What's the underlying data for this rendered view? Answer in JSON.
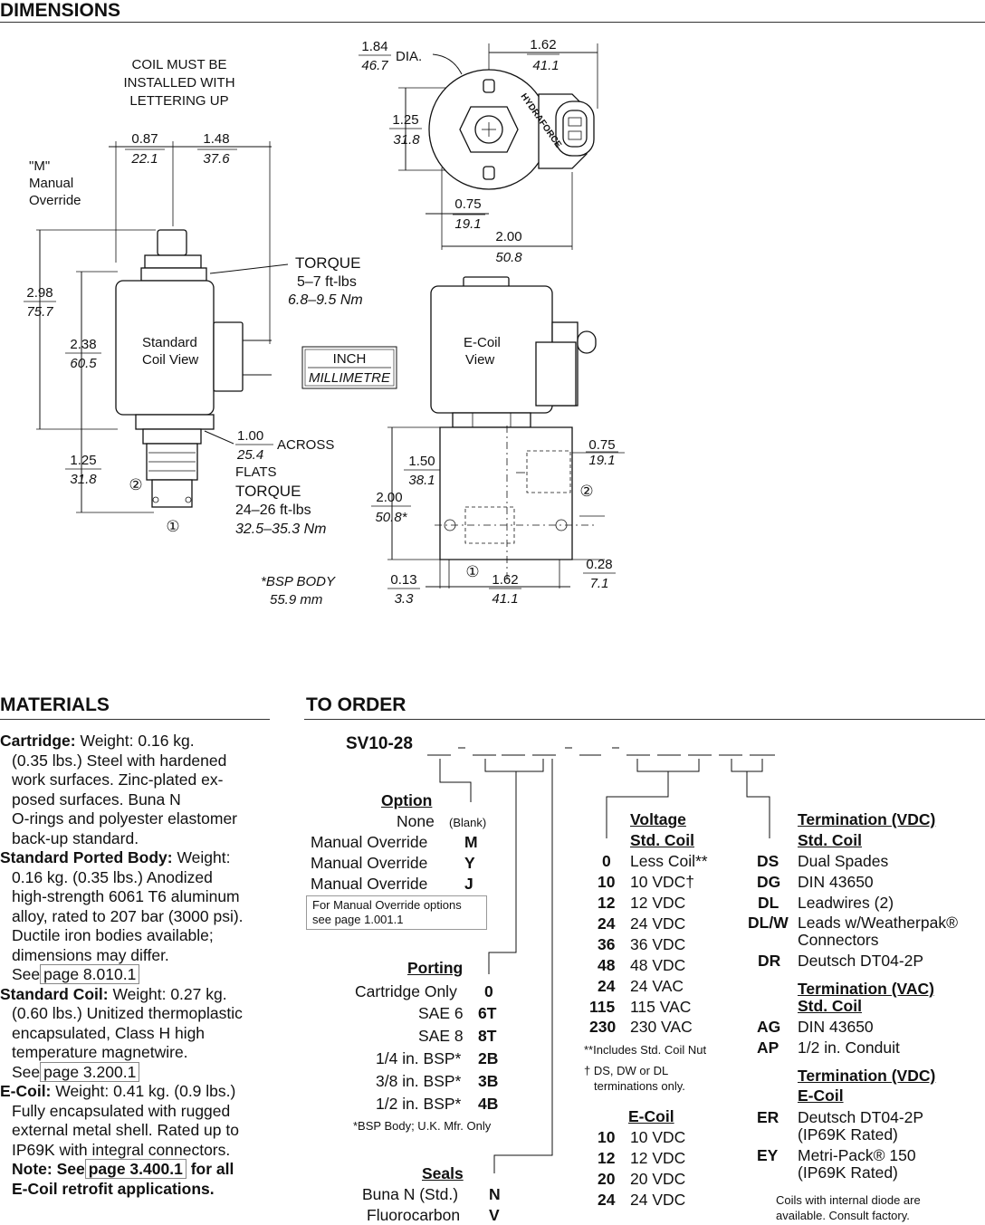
{
  "sections": {
    "dimensions": "DIMENSIONS",
    "materials": "MATERIALS",
    "to_order": "TO ORDER"
  },
  "drawing": {
    "coil_note": [
      "COIL MUST BE",
      "INSTALLED WITH",
      "LETTERING UP"
    ],
    "manual_override": [
      "\"M\"",
      "Manual",
      "Override"
    ],
    "dim_087": {
      "inch": "0.87",
      "mm": "22.1"
    },
    "dim_148": {
      "inch": "1.48",
      "mm": "37.6"
    },
    "dim_298": {
      "inch": "2.98",
      "mm": "75.7"
    },
    "dim_238": {
      "inch": "2.38",
      "mm": "60.5"
    },
    "dim_125_left": {
      "inch": "1.25",
      "mm": "31.8"
    },
    "torque_top": [
      "TORQUE",
      "5–7 ft-lbs",
      "6.8–9.5 Nm"
    ],
    "standard_coil_view": [
      "Standard",
      "Coil View"
    ],
    "unit_legend": {
      "inch": "INCH",
      "mm": "MILLIMETRE"
    },
    "dim_100_across": {
      "inch": "1.00",
      "mm": "25.4",
      "across": "ACROSS",
      "flats": "FLATS"
    },
    "torque_bottom": [
      "TORQUE",
      "24–26 ft-lbs",
      "32.5–35.3 Nm"
    ],
    "port1": "①",
    "port2": "②",
    "dim_184": {
      "inch": "1.84",
      "mm": "46.7",
      "dia": "DIA."
    },
    "dim_162_top": {
      "inch": "1.62",
      "mm": "41.1"
    },
    "dim_125_top": {
      "inch": "1.25",
      "mm": "31.8"
    },
    "dim_075_top": {
      "inch": "0.75",
      "mm": "19.1"
    },
    "dim_200_top": {
      "inch": "2.00",
      "mm": "50.8"
    },
    "hydraforce": "HYDRAFORCE",
    "ecoil_view": [
      "E-Coil",
      "View"
    ],
    "dim_150": {
      "inch": "1.50",
      "mm": "38.1"
    },
    "dim_200_side": {
      "inch": "2.00",
      "mm": "50.8*"
    },
    "dim_075_side": {
      "inch": "0.75",
      "mm": "19.1"
    },
    "dim_028": {
      "inch": "0.28",
      "mm": "7.1"
    },
    "dim_013": {
      "inch": "0.13",
      "mm": "3.3"
    },
    "dim_162_bottom": {
      "inch": "1.62",
      "mm": "41.1"
    },
    "bsp_note": [
      "*BSP BODY",
      "55.9 mm"
    ]
  },
  "materials": [
    {
      "label": "Cartridge:",
      "first": " Weight: 0.16 kg.",
      "lines": [
        "(0.35 lbs.) Steel with hardened",
        "work surfaces. Zinc-plated ex-",
        "posed surfaces. Buna N",
        "O-rings and polyester elastomer",
        "back-up standard."
      ]
    },
    {
      "label": "Standard Ported Body:",
      "first": " Weight:",
      "lines": [
        "0.16 kg. (0.35 lbs.) Anodized",
        "high-strength 6061 T6 aluminum",
        "alloy, rated to 207 bar (3000 psi).",
        "Ductile iron bodies available;",
        "dimensions may differ."
      ],
      "see": "See",
      "page": "page 8.010.1"
    },
    {
      "label": "Standard Coil:",
      "first": "  Weight: 0.27 kg.",
      "lines": [
        "(0.60 lbs.) Unitized thermoplastic",
        "encapsulated, Class H high",
        "temperature magnetwire."
      ],
      "see": "See",
      "page": "page 3.200.1"
    },
    {
      "label": "E-Coil:",
      "first": " Weight: 0.41 kg. (0.9 lbs.)",
      "lines": [
        "Fully encapsulated with rugged",
        "external metal shell. Rated up to",
        "IP69K with integral connectors."
      ],
      "note_pre": "Note: See",
      "page": "page 3.400.1",
      "note_post": " for all",
      "note_last": "E-Coil retrofit applications."
    }
  ],
  "order": {
    "code": "SV10-28",
    "option": {
      "title": "Option",
      "rows": [
        {
          "name": "None",
          "code": "(Blank)"
        },
        {
          "name": "Manual Override",
          "code": "M"
        },
        {
          "name": "Manual Override",
          "code": "Y"
        },
        {
          "name": "Manual Override",
          "code": "J"
        }
      ],
      "note": [
        "For Manual Override options",
        "see page 1.001.1"
      ]
    },
    "porting": {
      "title": "Porting",
      "rows": [
        {
          "name": "Cartridge Only",
          "code": "0"
        },
        {
          "name": "SAE 6",
          "code": "6T"
        },
        {
          "name": "SAE 8",
          "code": "8T"
        },
        {
          "name": "1/4 in. BSP*",
          "code": "2B"
        },
        {
          "name": "3/8 in. BSP*",
          "code": "3B"
        },
        {
          "name": "1/2 in. BSP*",
          "code": "4B"
        }
      ],
      "note": "*BSP Body; U.K. Mfr. Only"
    },
    "seals": {
      "title": "Seals",
      "rows": [
        {
          "name": "Buna N (Std.)",
          "code": "N"
        },
        {
          "name": "Fluorocarbon",
          "code": "V"
        }
      ]
    },
    "voltage": {
      "title": "Voltage",
      "std_title": "Std. Coil",
      "rows": [
        {
          "code": "0",
          "name": "Less Coil**"
        },
        {
          "code": "10",
          "name": "10 VDC†"
        },
        {
          "code": "12",
          "name": "12 VDC"
        },
        {
          "code": "24",
          "name": "24 VDC"
        },
        {
          "code": "36",
          "name": "36 VDC"
        },
        {
          "code": "48",
          "name": "48 VDC"
        },
        {
          "code": "24",
          "name": "24 VAC"
        },
        {
          "code": "115",
          "name": "115 VAC"
        },
        {
          "code": "230",
          "name": "230 VAC"
        }
      ],
      "note1": "**Includes Std. Coil Nut",
      "note2": [
        "† DS, DW or DL",
        "terminations only."
      ],
      "ecoil_title": "E-Coil",
      "ecoil_rows": [
        {
          "code": "10",
          "name": "10 VDC"
        },
        {
          "code": "12",
          "name": "12 VDC"
        },
        {
          "code": "20",
          "name": "20 VDC"
        },
        {
          "code": "24",
          "name": "24 VDC"
        }
      ]
    },
    "termination": {
      "vdc_title": "Termination (VDC)",
      "vdc_sub": "Std. Coil",
      "vdc_rows": [
        {
          "code": "DS",
          "name": "Dual Spades"
        },
        {
          "code": "DG",
          "name": "DIN 43650"
        },
        {
          "code": "DL",
          "name": "Leadwires (2)"
        },
        {
          "code": "DL/W",
          "name": "Leads w/Weatherpak®",
          "name2": "Connectors"
        },
        {
          "code": "DR",
          "name": "Deutsch DT04-2P"
        }
      ],
      "vac_title": "Termination (VAC)",
      "vac_sub": "Std. Coil",
      "vac_rows": [
        {
          "code": "AG",
          "name": "DIN 43650"
        },
        {
          "code": "AP",
          "name": "1/2 in. Conduit"
        }
      ],
      "e_title": "Termination (VDC)",
      "e_sub": "E-Coil",
      "e_rows": [
        {
          "code": "ER",
          "name": "Deutsch DT04-2P",
          "name2": "(IP69K Rated)"
        },
        {
          "code": "EY",
          "name": "Metri-Pack® 150",
          "name2": "(IP69K Rated)"
        }
      ],
      "note": [
        "Coils with internal diode are",
        "available. Consult factory."
      ]
    }
  }
}
